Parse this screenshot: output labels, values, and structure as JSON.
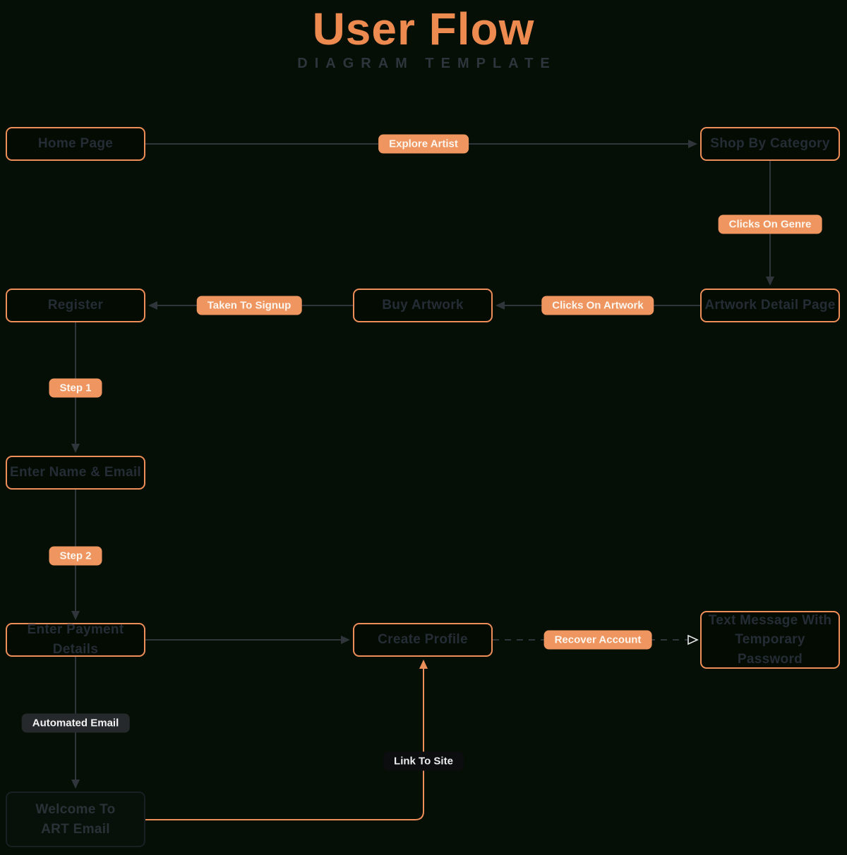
{
  "header": {
    "title": "User Flow",
    "subtitle": "DIAGRAM TEMPLATE"
  },
  "nodes": {
    "home_page": {
      "label": "Home Page"
    },
    "shop_by_category": {
      "label": "Shop By Category"
    },
    "register": {
      "label": "Register"
    },
    "buy_artwork": {
      "label": "Buy Artwork"
    },
    "artwork_detail_page": {
      "label": "Artwork Detail Page"
    },
    "enter_name_email": {
      "label": "Enter Name & Email"
    },
    "enter_payment_details": {
      "label": "Enter Payment Details"
    },
    "create_profile": {
      "label": "Create Profile"
    },
    "text_message": {
      "label": "Text Message With\nTemporary Password"
    },
    "welcome_art_email": {
      "label": "Welcome To\nART Email"
    }
  },
  "edge_labels": {
    "explore_artist": {
      "text": "Explore Artist"
    },
    "clicks_on_genre": {
      "text": "Clicks On Genre"
    },
    "taken_to_signup": {
      "text": "Taken To Signup"
    },
    "clicks_on_artwork": {
      "text": "Clicks On Artwork"
    },
    "step_1": {
      "text": "Step 1"
    },
    "step_2": {
      "text": "Step 2"
    },
    "recover_account": {
      "text": "Recover Account"
    },
    "automated_email": {
      "text": "Automated Email"
    },
    "link_to_site": {
      "text": "Link To Site"
    }
  },
  "colors": {
    "background": "#050f05",
    "accent_orange": "#ee8e58",
    "title_orange": "#ed8a50",
    "pill_orange": "#ee9560",
    "connector_gray": "#2f353a",
    "node_text": "#262c35",
    "subtitle_gray": "#2e353d",
    "dark_pill": "#26292b",
    "black_pill": "#0c0d0e"
  }
}
